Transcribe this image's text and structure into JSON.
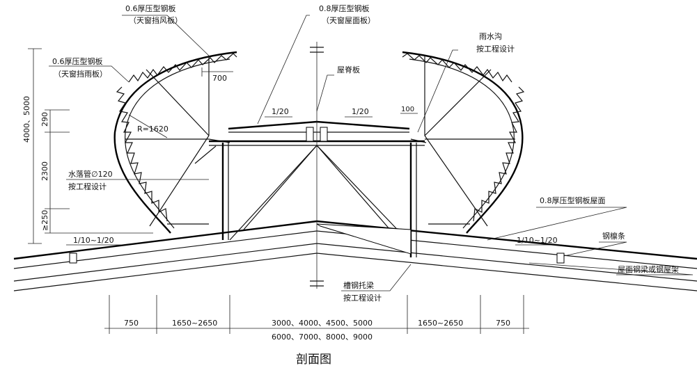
{
  "title": "剖面图",
  "labels": {
    "wind_panel_top": "0.6厚压型钢板",
    "wind_panel_top_sub": "（天窗挡风板）",
    "roof_panel": "0.8厚压型钢板",
    "roof_panel_sub": "（天窗屋面板）",
    "rain_panel": "0.6厚压型钢板",
    "rain_panel_sub": "（天窗挡雨板）",
    "gutter": "雨水沟",
    "gutter_sub": "按工程设计",
    "ridge_plate": "屋脊板",
    "radius": "R=1620",
    "downpipe": "水落管∅120",
    "downpipe_sub": "按工程设计",
    "roof_deck": "0.8厚压型钢板屋面",
    "purlin": "钢檩条",
    "beam": "屋面钢梁或钢屋架",
    "channel_beam": "槽钢托梁",
    "channel_beam_sub": "按工程设计"
  },
  "dimensions": {
    "d700": "700",
    "d100": "100",
    "slope_left": "1/20",
    "slope_right": "1/20",
    "slope_roof_left": "1/10~1/20",
    "slope_roof_right": "1/10~1/20",
    "v_total": "4000、5000",
    "v_290": "290",
    "v_2300": "2300",
    "v_250": "≥250",
    "h_750_left": "750",
    "h_mid_left": "1650~2650",
    "h_center_1": "3000、4000、4500、5000",
    "h_center_2": "6000、7000、8000、9000",
    "h_mid_right": "1650~2650",
    "h_750_right": "750"
  }
}
